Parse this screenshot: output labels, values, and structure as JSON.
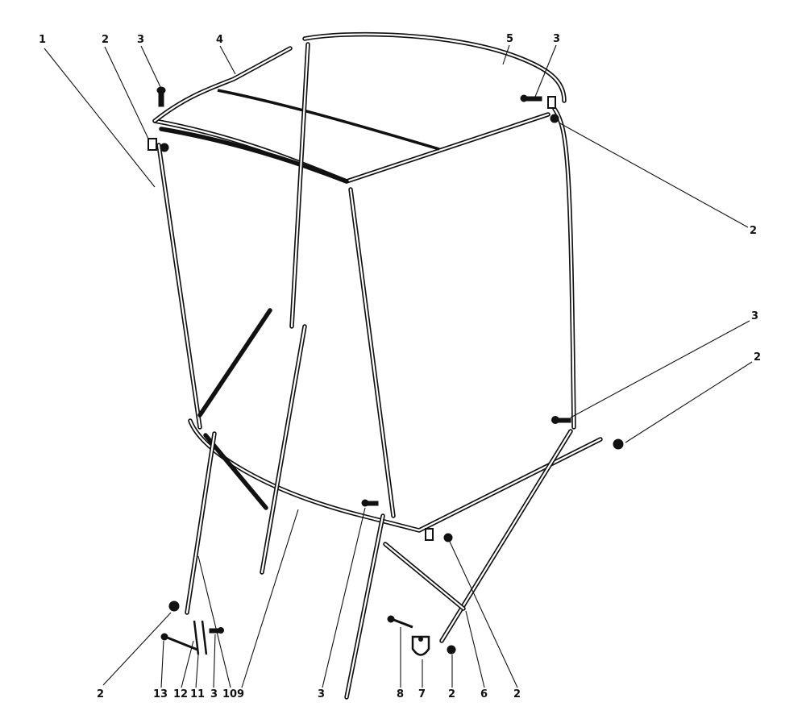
{
  "callouts": {
    "c1": "1",
    "c2_top_left": "2",
    "c3_top_left": "3",
    "c4": "4",
    "c5": "5",
    "c3_top_right": "3",
    "c2_right_upper": "2",
    "c3_right_middle": "3",
    "c2_right_middle": "2",
    "c2_bottom_left": "2",
    "c13": "13",
    "c12": "12",
    "c11": "11",
    "c3_bottom_left": "3",
    "c10": "10",
    "c9": "9",
    "c3_bottom_center": "3",
    "c8": "8",
    "c7": "7",
    "c2_bottom_right_a": "2",
    "c6": "6",
    "c2_bottom_right_b": "2"
  },
  "colors": {
    "ink": "#111111",
    "paper": "#ffffff"
  }
}
